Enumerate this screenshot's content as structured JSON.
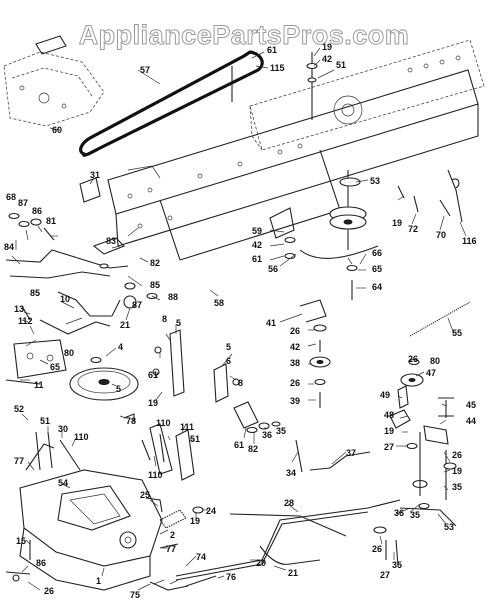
{
  "watermark": "AppliancePartsPros.com",
  "labels": [
    "1",
    "2",
    "4",
    "5",
    "6",
    "8",
    "10",
    "11",
    "13",
    "15",
    "19",
    "21",
    "24",
    "25",
    "26",
    "27",
    "28",
    "29",
    "30",
    "31",
    "34",
    "35",
    "36",
    "37",
    "38",
    "39",
    "41",
    "42",
    "44",
    "45",
    "47",
    "48",
    "49",
    "51",
    "52",
    "53",
    "54",
    "55",
    "56",
    "57",
    "58",
    "59",
    "60",
    "61",
    "64",
    "65",
    "66",
    "68",
    "70",
    "72",
    "74",
    "75",
    "76",
    "77",
    "78",
    "80",
    "81",
    "82",
    "83",
    "84",
    "85",
    "86",
    "87",
    "88",
    "110",
    "111",
    "112",
    "115",
    "116"
  ]
}
